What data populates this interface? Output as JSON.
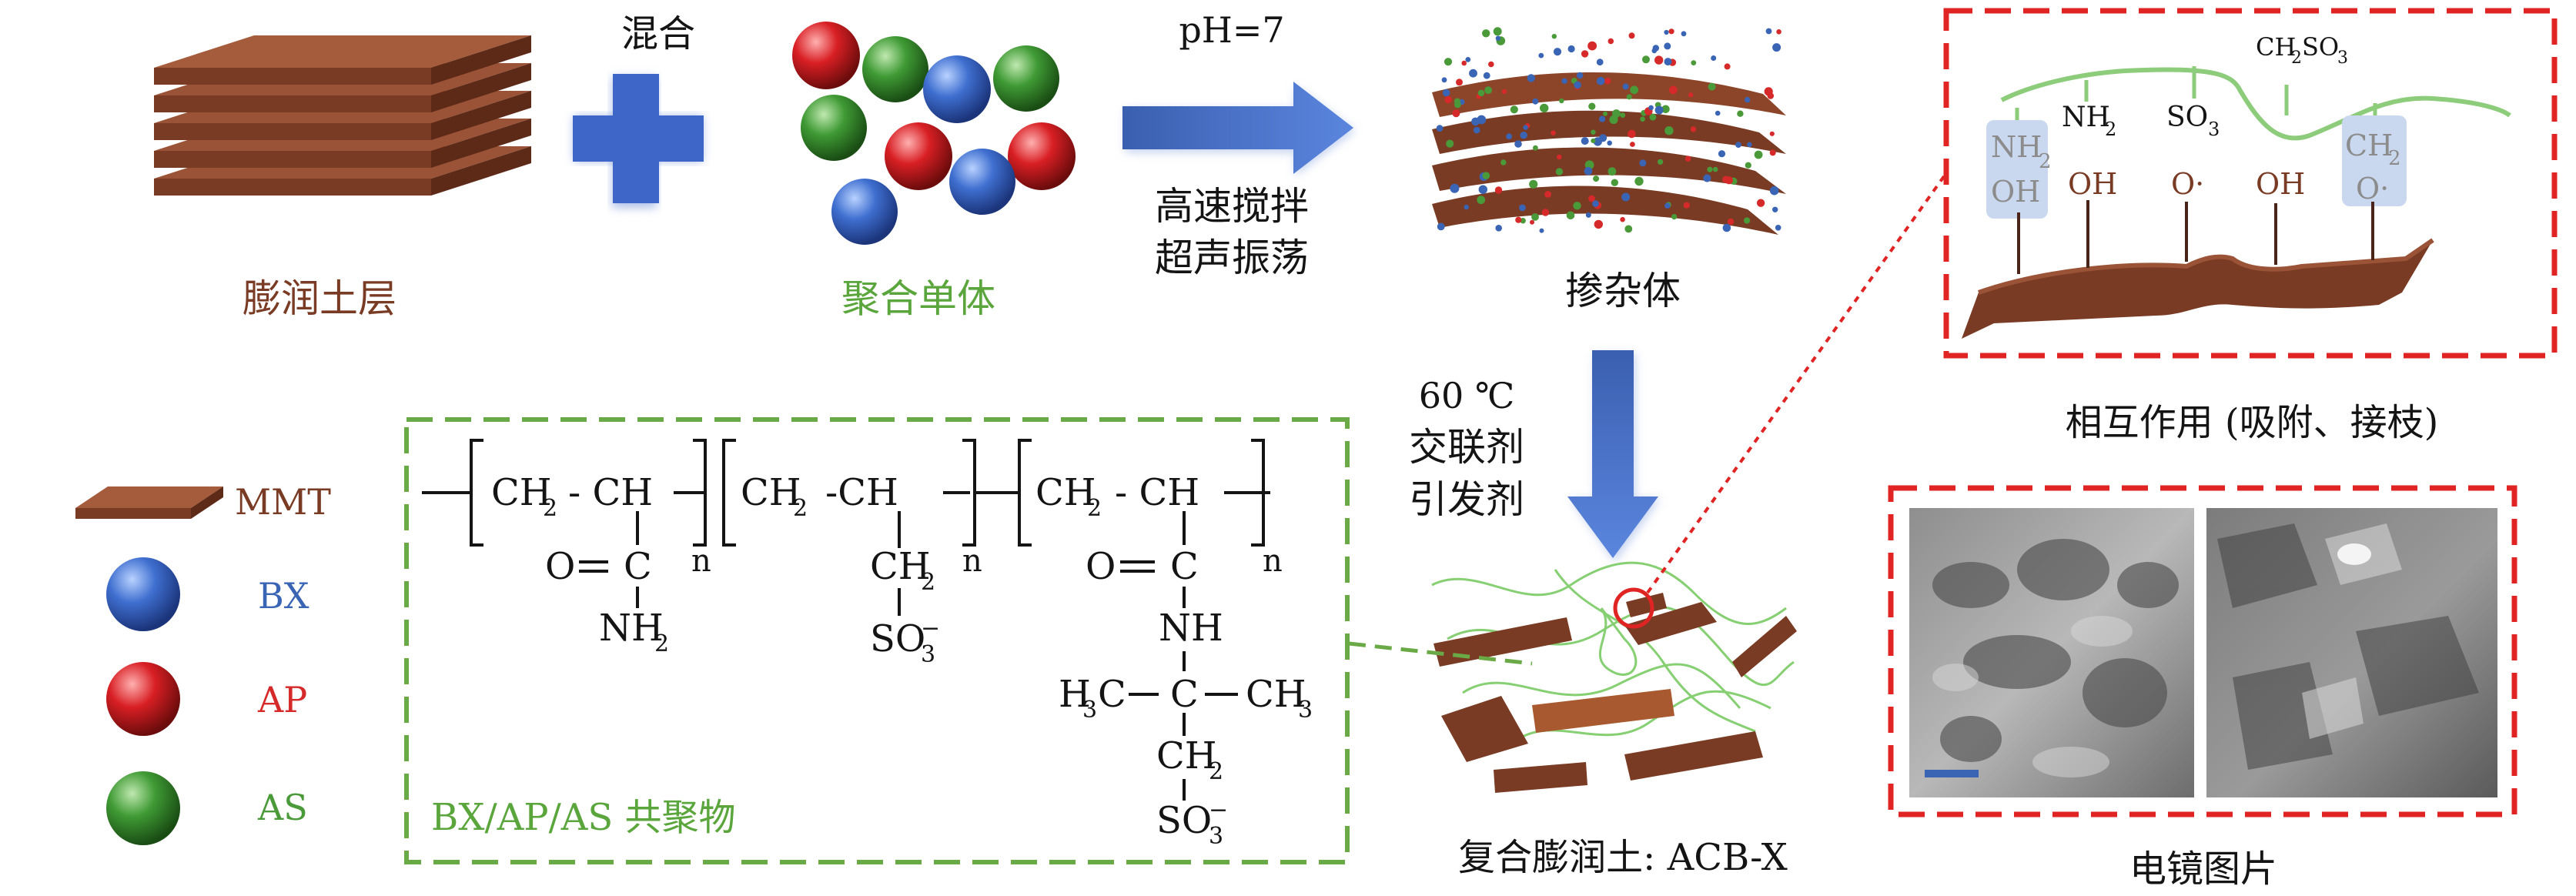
{
  "top_row": {
    "mix_label": "混合",
    "ph_label": "pH=7",
    "mmt_layers_label": "膨润土层",
    "monomers_label": "聚合单体",
    "process_line1": "高速搅拌",
    "process_line2": "超声振荡",
    "doped_label": "掺杂体"
  },
  "reaction_conditions": {
    "temp": "60 ℃",
    "crosslinker": "交联剂",
    "initiator": "引发剂"
  },
  "legend": {
    "items": [
      {
        "label": "MMT",
        "color": "#7a3b24",
        "icon": "mmt-layer-icon"
      },
      {
        "label": "BX",
        "color": "#3a64b4",
        "icon": "blue-sphere-icon"
      },
      {
        "label": "AP",
        "color": "#d62a2a",
        "icon": "red-sphere-icon"
      },
      {
        "label": "AS",
        "color": "#4a9a3a",
        "icon": "green-sphere-icon"
      }
    ]
  },
  "polymer": {
    "box_label": "BX/AP/AS 共聚物",
    "main_chain": [
      "CH",
      "2",
      "- CH",
      "CH",
      "2",
      "-CH",
      "CH",
      "2",
      "- CH"
    ],
    "n": "n",
    "unit1": {
      "o": "O",
      "c": "C",
      "nh": "NH",
      "sub2": "2"
    },
    "unit2": {
      "ch": "CH",
      "sub2": "2",
      "so": "SO",
      "sub3": "3",
      "sup": "−"
    },
    "unit3": {
      "o": "O",
      "c": "C",
      "nh": "NH",
      "h": "H",
      "sub3": "3",
      "c_center": "C",
      "ch": "CH",
      "sub2": "2",
      "so": "SO",
      "sup": "−"
    }
  },
  "composite_label": "复合膨润土: ACB-X",
  "interaction": {
    "caption": "相互作用 (吸附、接枝)",
    "labels": [
      "NH",
      "2",
      "OH",
      "NH",
      "2",
      "SO",
      "3",
      "CH",
      "2",
      "SO",
      "3",
      "CH",
      "2",
      "O·",
      "OH",
      "O·",
      "OH"
    ]
  },
  "em": {
    "caption": "电镜图片"
  },
  "colors": {
    "brown": "#7a3b24",
    "green_text": "#5aa63c",
    "blue_text": "#3a64b4",
    "red_text": "#d62a2a",
    "arrow_blue": "#4a72c8",
    "dash_red": "#e02424",
    "dash_green": "#6aaa46"
  }
}
